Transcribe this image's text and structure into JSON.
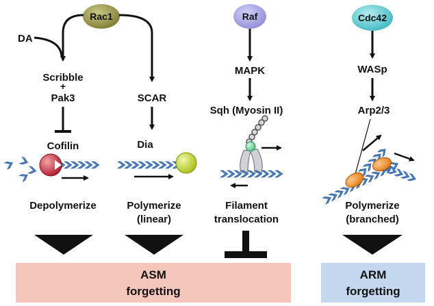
{
  "nodes": {
    "rac1": "Rac1",
    "raf": "Raf",
    "cdc42": "Cdc42",
    "da": "DA",
    "scribble": "Scribble",
    "plus": "+",
    "pak3": "Pak3",
    "scar": "SCAR",
    "mapk": "MAPK",
    "sqh": "Sqh (Myosin II)",
    "wasp": "WASp",
    "arp23": "Arp2/3",
    "cofilin": "Cofilin",
    "dia": "Dia"
  },
  "processes": {
    "depolymerize": "Depolymerize",
    "polymerize_linear_1": "Polymerize",
    "polymerize_linear_2": "(linear)",
    "filament_1": "Filament",
    "filament_2": "translocation",
    "polymerize_branched_1": "Polymerize",
    "polymerize_branched_2": "(branched)"
  },
  "outcomes": {
    "asm_1": "ASM",
    "asm_2": "forgetting",
    "arm_1": "ARM",
    "arm_2": "forgetting"
  },
  "colors": {
    "rac1": "#8c8a3c",
    "raf": "#9c9be0",
    "cdc42": "#5ec8cf",
    "actin": "#4a82c4",
    "cofilin": "#c8283a",
    "dia": "#c6d92c",
    "myosin_head": "#6ed29a",
    "arp23": "#ef8a2a",
    "asm_box": "#f6c6bd",
    "arm_box": "#c3d8ef"
  }
}
